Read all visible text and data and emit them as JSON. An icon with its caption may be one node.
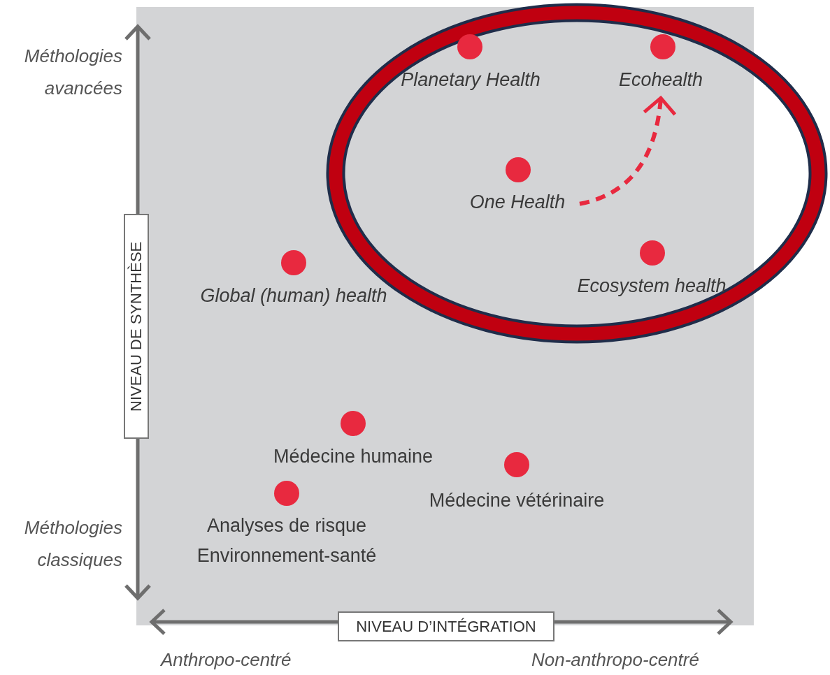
{
  "diagram": {
    "nodes": [
      {
        "text": [],
        "shape": "ellipse"
      },
      {
        "text": [
          "Planetary Health"
        ],
        "in": 0
      },
      {
        "text": [
          "Ecohealth"
        ],
        "in": 0
      },
      {
        "text": [
          "One Health"
        ],
        "in": 0
      },
      {
        "text": [
          "Ecosystem health"
        ],
        "in": 0
      },
      {
        "text": [
          "Global (human) health"
        ]
      },
      {
        "text": [
          "Médecine humaine"
        ]
      },
      {
        "text": [
          "Médecine vétérinaire"
        ]
      },
      {
        "text": [
          "Analyses de risque Environnement-santé"
        ]
      },
      {
        "text": [
          "NIVEAU DE SYNTHÈSE"
        ]
      },
      {
        "text": [
          "NIVEAU D’INTÉGRATION"
        ]
      }
    ],
    "edges": [
      {
        "from": 3,
        "to": 2,
        "arrow": "to",
        "style": "dashed"
      }
    ],
    "labels": [
      "Méthologies avancées",
      "Méthologies classiques",
      "Anthropo-centré",
      "Non-anthropo-centré"
    ]
  }
}
